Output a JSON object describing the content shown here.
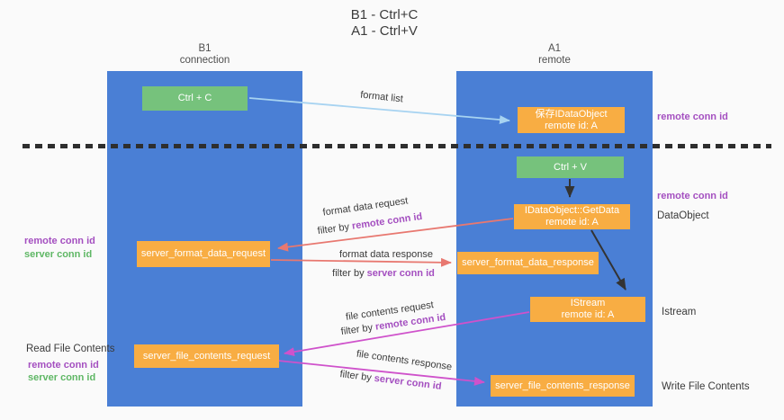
{
  "title": {
    "line1": "B1 - Ctrl+C",
    "line2": "A1 - Ctrl+V"
  },
  "lifelines": {
    "left": {
      "name": "B1",
      "role": "connection"
    },
    "right": {
      "name": "A1",
      "role": "remote"
    }
  },
  "nodes": {
    "ctrl_c": {
      "label": "Ctrl + C"
    },
    "ctrl_v": {
      "label": "Ctrl + V"
    },
    "save_dataobject": {
      "line1": "保存IDataObject",
      "line2": "remote id: A"
    },
    "getdata": {
      "line1": "IDataObject::GetData",
      "line2": "remote id: A"
    },
    "istream": {
      "line1": "IStream",
      "line2": "remote id: A"
    },
    "format_request": {
      "label": "server_format_data_request"
    },
    "format_response": {
      "label": "server_format_data_response"
    },
    "file_request": {
      "label": "server_file_contents_request"
    },
    "file_response": {
      "label": "server_file_contents_response"
    }
  },
  "arrows": {
    "format_list": {
      "label": "format list"
    },
    "format_data_request": {
      "label": "format data request",
      "filter_prefix": "filter by ",
      "filter_key": "remote conn id"
    },
    "format_data_response": {
      "label": "format data response",
      "filter_prefix": "filter by ",
      "filter_key": "server conn id"
    },
    "file_contents_request": {
      "label": "file contents request",
      "filter_prefix": "filter by ",
      "filter_key": "remote conn id"
    },
    "file_contents_response": {
      "label": "file contents response",
      "filter_prefix": "filter by ",
      "filter_key": "server conn id"
    }
  },
  "annotations": {
    "right_remote_conn_id_top": "remote conn id",
    "right_remote_conn_id_mid": "remote conn id",
    "right_dataobject": "DataObject",
    "right_istream": "Istream",
    "right_write_file": "Write File Contents",
    "left_remote_conn_id_mid": "remote conn id",
    "left_server_conn_id_mid": "server conn id",
    "left_read_file": "Read File Contents",
    "left_remote_conn_id_bottom": "remote conn id",
    "left_server_conn_id_bottom": "server conn id"
  },
  "colors": {
    "background": "#fafafa",
    "lifeline_blue": "#4a7fd5",
    "box_green": "#76c27c",
    "box_orange": "#f8ad43",
    "arrow_light_blue": "#a7d3f1",
    "arrow_red": "#e87870",
    "arrow_magenta": "#cf52cb",
    "arrow_black": "#333333",
    "text_purple": "#a44fc0",
    "text_green": "#5fb765",
    "text_dark": "#3a3a3a"
  }
}
